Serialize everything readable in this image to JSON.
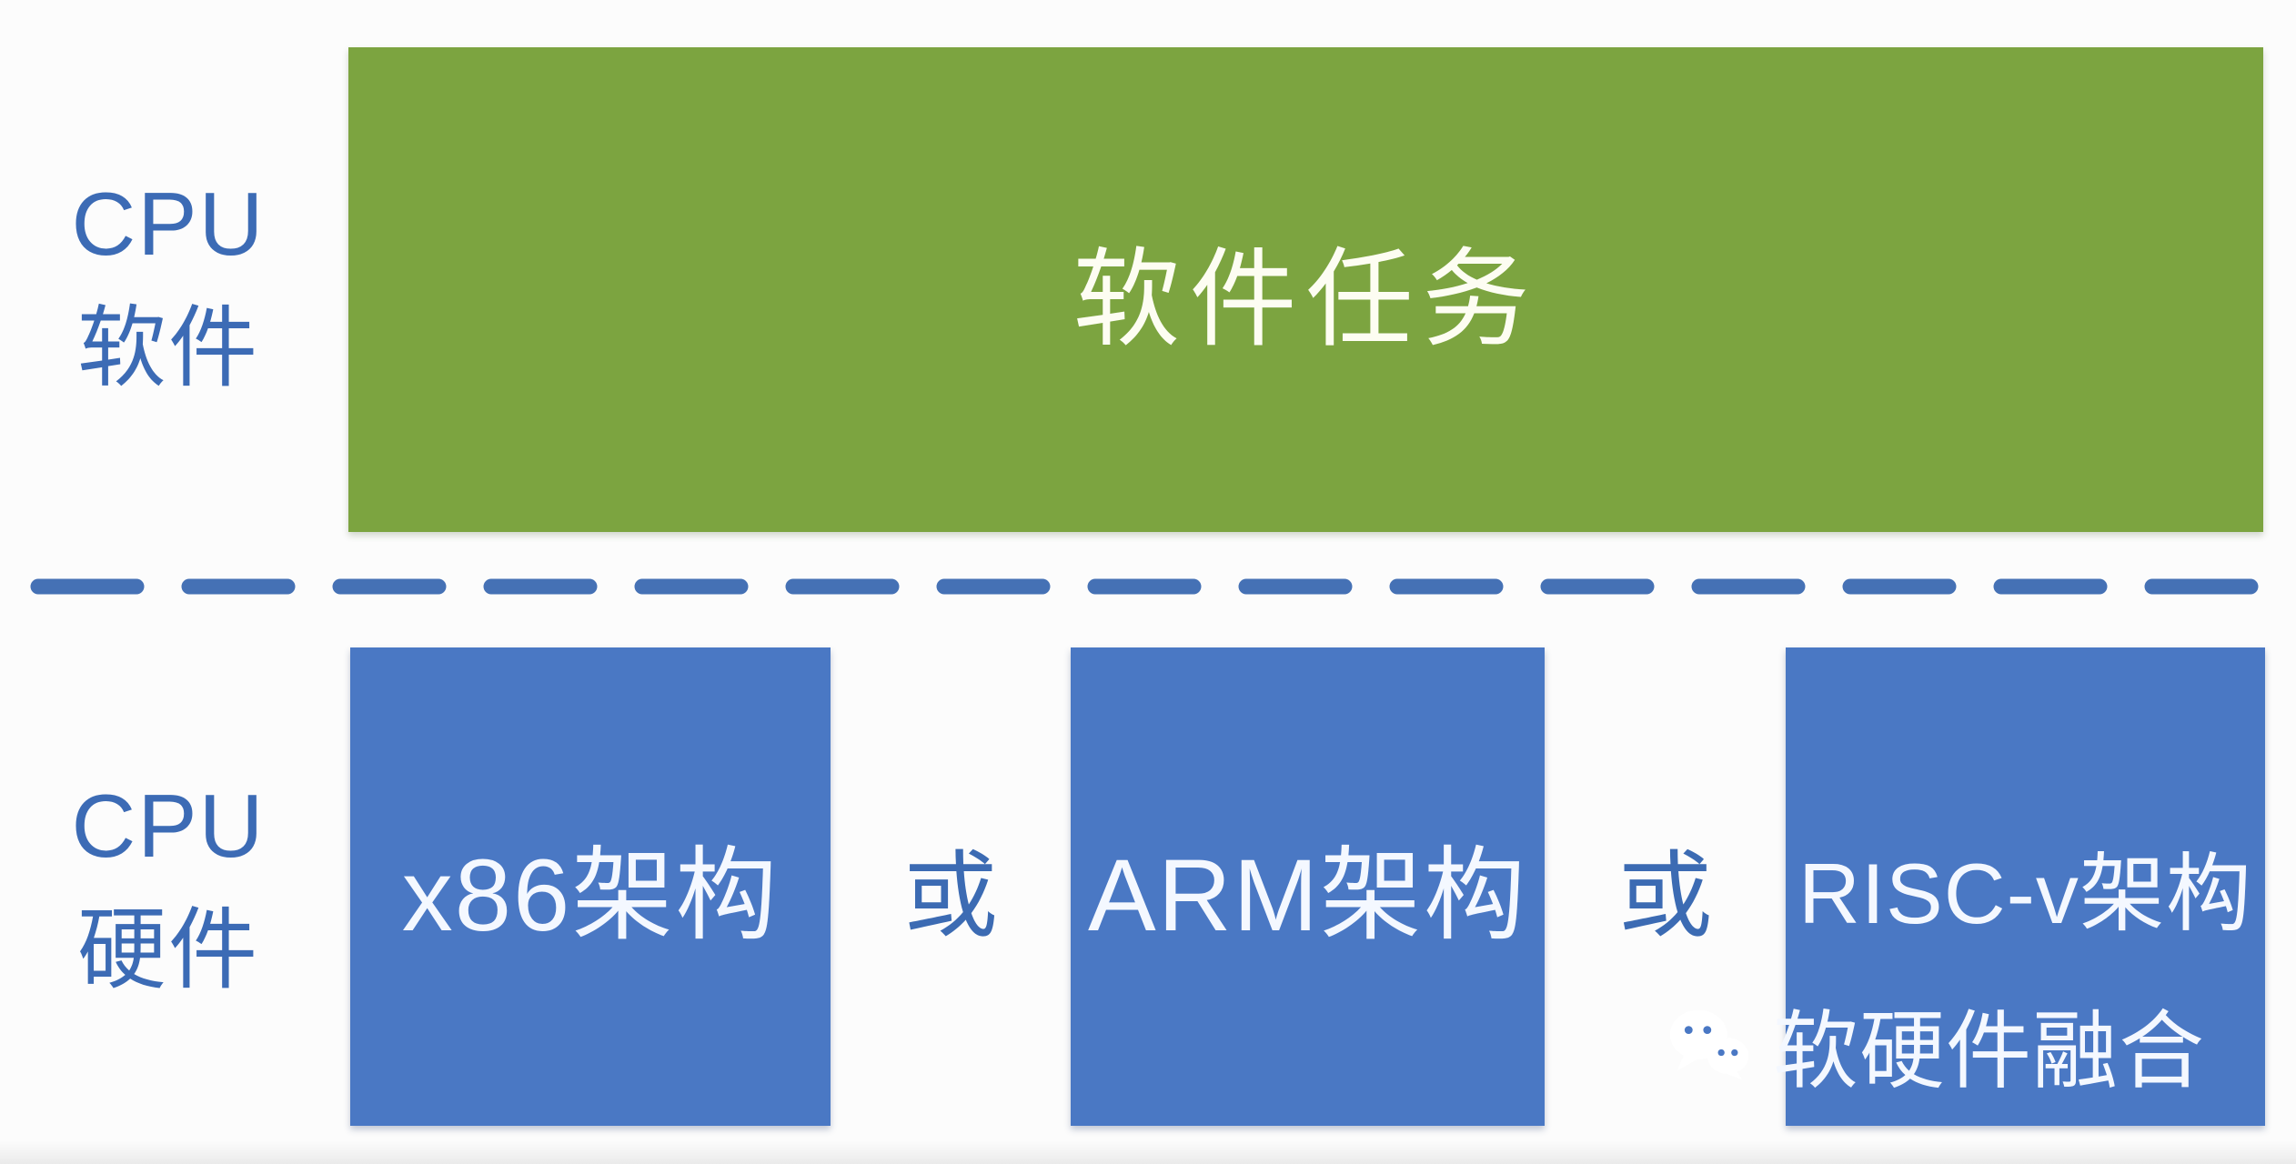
{
  "labels": {
    "software": {
      "line1": "CPU",
      "line2": "软件"
    },
    "hardware": {
      "line1": "CPU",
      "line2": "硬件"
    }
  },
  "software_task": {
    "label": "软件任务"
  },
  "hardware": {
    "or": "或",
    "boxes": [
      {
        "label": "x86架构"
      },
      {
        "label": "ARM架构"
      },
      {
        "label": "RISC-v架构"
      }
    ]
  },
  "watermark": {
    "brand": "软硬件融合",
    "icon": "wechat-icon"
  },
  "colors": {
    "green_box": "#7ca440",
    "blue_box": "#4a78c4",
    "blue_text": "#3c6bb5",
    "dash": "#4571b5",
    "box_text": "#ffffff",
    "background": "#fcfcfc"
  }
}
